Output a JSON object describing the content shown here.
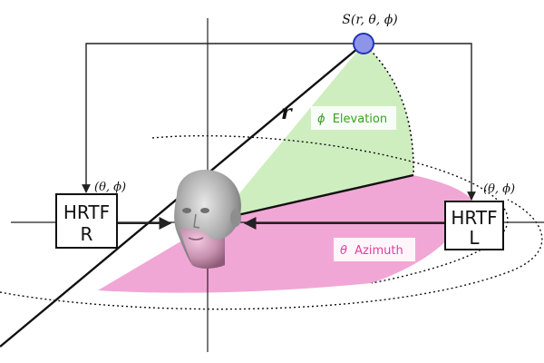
{
  "source": {
    "label": "S(r, θ, ϕ)",
    "color": "#8f95e6",
    "stroke": "#2233bb"
  },
  "radius_label": "r",
  "elevation": {
    "symbol": "ϕ",
    "word": "Elevation",
    "fill": "#cfeec0",
    "text_color": "#3aa024"
  },
  "azimuth": {
    "symbol": "θ",
    "word": "Azimuth",
    "fill": "#f1a7d5",
    "text_color": "#e0409a"
  },
  "hrtf_right": {
    "line1": "HRTF",
    "line2": "R",
    "param": "(θ, ϕ)"
  },
  "hrtf_left": {
    "line1": "HRTF",
    "line2": "L",
    "param": "(θ, ϕ)"
  },
  "head_icon": "head-icon"
}
